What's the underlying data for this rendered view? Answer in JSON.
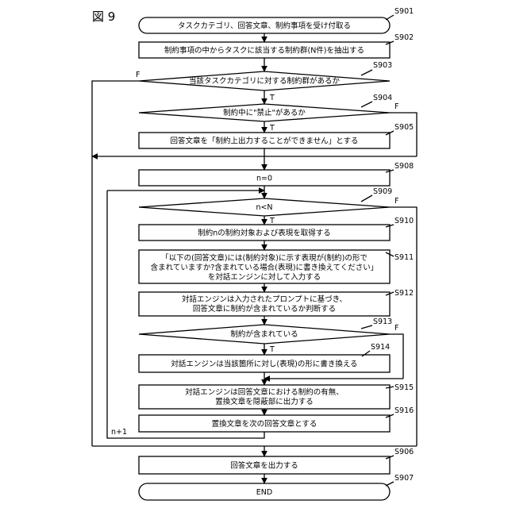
{
  "figure_label": "図 9",
  "steps": {
    "s901": {
      "id": "S901",
      "text": "タスクカテゴリ、回答文章、制約事項を受け付取る"
    },
    "s902": {
      "id": "S902",
      "text": "制約事項の中からタスクに該当する制約群(N件)を抽出する"
    },
    "s903": {
      "id": "S903",
      "text": "当該タスクカテゴリに対する制約群があるか"
    },
    "s904": {
      "id": "S904",
      "text": "制約中に\"禁止\"があるか"
    },
    "s905": {
      "id": "S905",
      "text": "回答文章を「制約上出力することができません」とする"
    },
    "s908": {
      "id": "S908",
      "text": "n=0"
    },
    "s909": {
      "id": "S909",
      "text": "n<N"
    },
    "s910": {
      "id": "S910",
      "text": "制約nの制約対象および表現を取得する"
    },
    "s911": {
      "id": "S911",
      "lines": [
        "「以下の(回答文章)には(制約対象)に示す表現が(制約)の形で",
        "含まれていますか?含まれている場合(表現)に書き換えてください」",
        "を対話エンジンに対して入力する"
      ]
    },
    "s912": {
      "id": "S912",
      "lines": [
        "対話エンジンは入力されたプロンプトに基づき、",
        "回答文章に制約が含まれているか判断する"
      ]
    },
    "s913": {
      "id": "S913",
      "text": "制約が含まれている"
    },
    "s914": {
      "id": "S914",
      "text": "対話エンジンは当該箇所に対し(表現)の形に書き換える"
    },
    "s915": {
      "id": "S915",
      "lines": [
        "対話エンジンは回答文章における制約の有無、",
        "置換文章を隠蔽部に出力する"
      ]
    },
    "s916": {
      "id": "S916",
      "text": "置換文章を次の回答文章とする"
    },
    "s906": {
      "id": "S906",
      "text": "回答文章を出力する"
    },
    "s907": {
      "id": "S907",
      "text": "END"
    }
  },
  "branch_labels": {
    "true": "T",
    "false": "F",
    "increment": "n+1"
  }
}
